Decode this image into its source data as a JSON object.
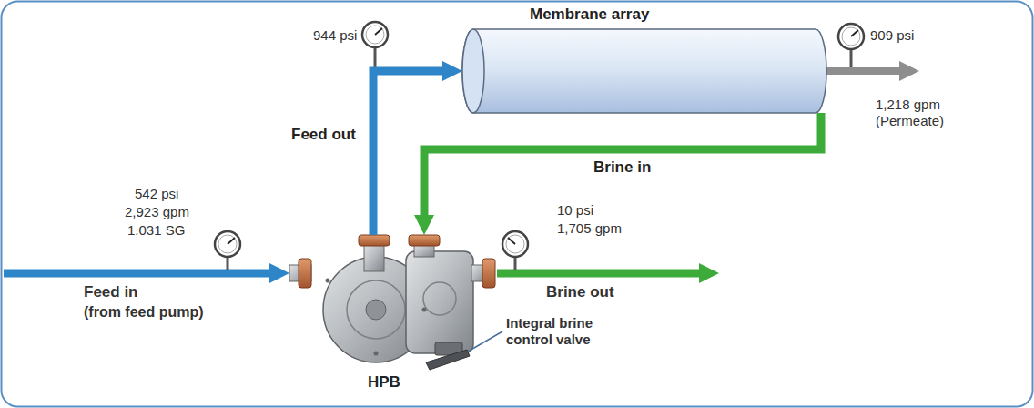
{
  "diagram": {
    "nodes": [
      {
        "text": [
          "Membrane array"
        ]
      },
      {
        "text": [
          "HPB"
        ]
      }
    ],
    "edges": [
      {
        "from": 1,
        "to": 0,
        "arrow": "to",
        "label": "Feed out"
      },
      {
        "from": 0,
        "to": 1,
        "arrow": "to",
        "label": "Brine in"
      }
    ],
    "labels": [
      "944 psi",
      "909 psi",
      "1,218 gpm (Permeate)",
      "542 psi",
      "2,923 gpm",
      "1.031 SG",
      "Feed in",
      "(from feed pump)",
      "10 psi",
      "1,705 gpm",
      "Brine out",
      "Integral brine control valve"
    ]
  }
}
